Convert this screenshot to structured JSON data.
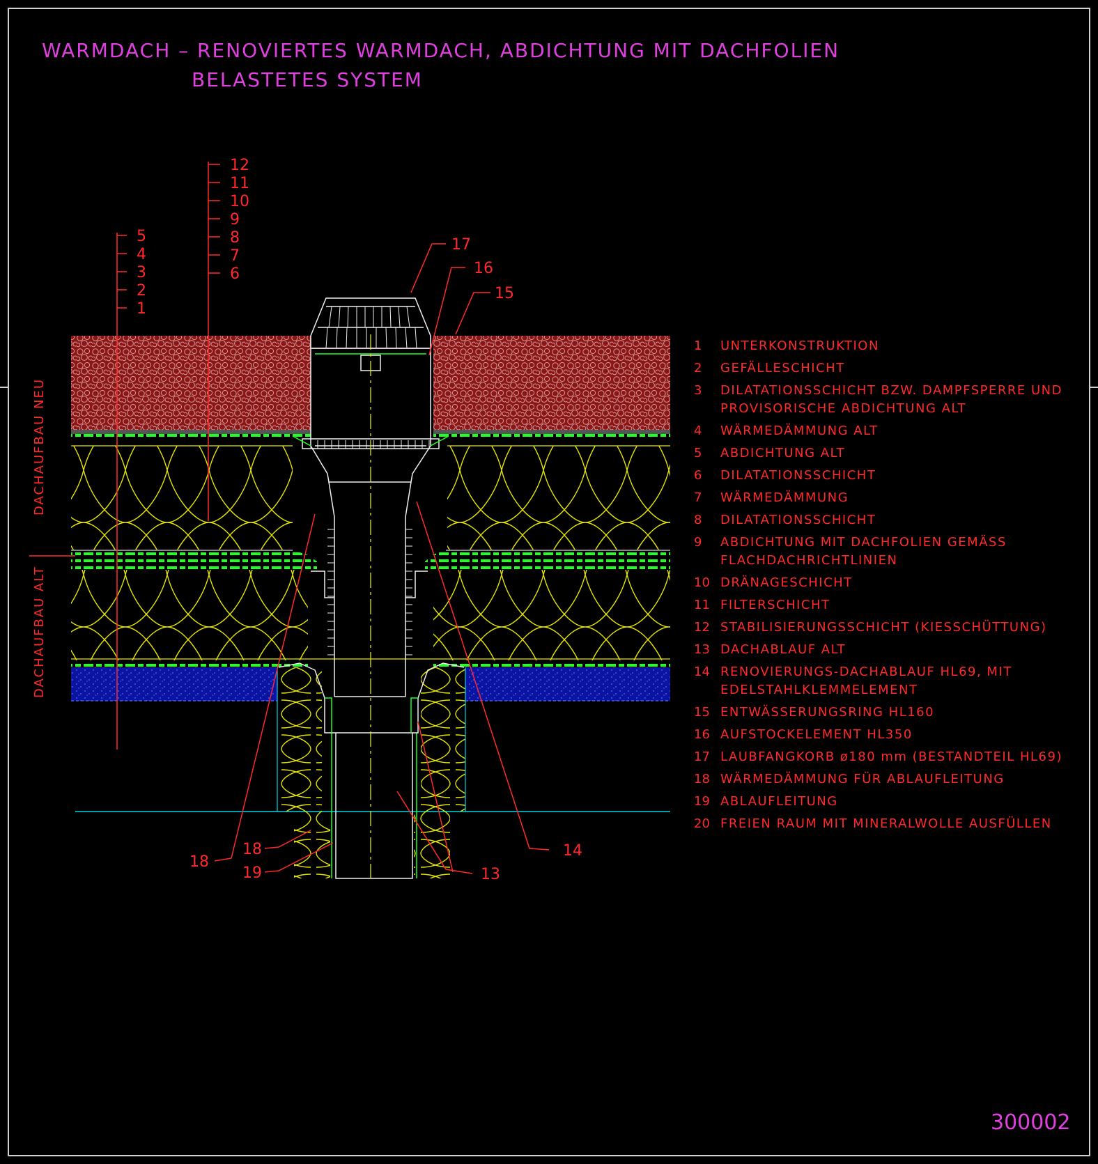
{
  "title": {
    "line1": "WARMDACH – RENOVIERTES WARMDACH, ABDICHTUNG MIT DACHFOLIEN",
    "line2": "BELASTETES SYSTEM"
  },
  "side_labels": {
    "neu": "DACHAUFBAU NEU",
    "alt": "DACHAUFBAU ALT"
  },
  "callouts": {
    "left_stack": [
      "5",
      "4",
      "3",
      "2",
      "1"
    ],
    "mid_stack": [
      "12",
      "11",
      "10",
      "9",
      "8",
      "7",
      "6"
    ],
    "c17": "17",
    "c16": "16",
    "c15": "15",
    "c18a": "18",
    "c18b": "18",
    "c19": "19",
    "c13": "13",
    "c14": "14"
  },
  "legend": [
    {
      "num": "1",
      "lines": [
        "UNTERKONSTRUKTION"
      ]
    },
    {
      "num": "2",
      "lines": [
        "GEFÄLLESCHICHT"
      ]
    },
    {
      "num": "3",
      "lines": [
        "DILATATIONSSCHICHT BZW. DAMPFSPERRE UND",
        "PROVISORISCHE ABDICHTUNG ALT"
      ]
    },
    {
      "num": "4",
      "lines": [
        "WÄRMEDÄMMUNG ALT"
      ]
    },
    {
      "num": "5",
      "lines": [
        "ABDICHTUNG ALT"
      ]
    },
    {
      "num": "6",
      "lines": [
        "DILATATIONSSCHICHT"
      ]
    },
    {
      "num": "7",
      "lines": [
        "WÄRMEDÄMMUNG"
      ]
    },
    {
      "num": "8",
      "lines": [
        "DILATATIONSSCHICHT"
      ]
    },
    {
      "num": "9",
      "lines": [
        "ABDICHTUNG MIT DACHFOLIEN GEMÄSS",
        "FLACHDACHRICHTLINIEN"
      ]
    },
    {
      "num": "10",
      "lines": [
        "DRÄNAGESCHICHT"
      ]
    },
    {
      "num": "11",
      "lines": [
        "FILTERSCHICHT"
      ]
    },
    {
      "num": "12",
      "lines": [
        "STABILISIERUNGSSCHICHT (KIESSCHÜTTUNG)"
      ]
    },
    {
      "num": "13",
      "lines": [
        "DACHABLAUF ALT"
      ]
    },
    {
      "num": "14",
      "lines": [
        "RENOVIERUNGS-DACHABLAUF HL69, MIT",
        "EDELSTAHLKLEMMELEMENT"
      ]
    },
    {
      "num": "15",
      "lines": [
        "ENTWÄSSERUNGSRING HL160"
      ]
    },
    {
      "num": "16",
      "lines": [
        "AUFSTOCKELEMENT HL350"
      ]
    },
    {
      "num": "17",
      "lines": [
        "LAUBFANGKORB ø180 mm (BESTANDTEIL HL69)"
      ]
    },
    {
      "num": "18",
      "lines": [
        "WÄRMEDÄMMUNG FÜR ABLAUFLEITUNG"
      ]
    },
    {
      "num": "19",
      "lines": [
        "ABLAUFLEITUNG"
      ]
    },
    {
      "num": "20",
      "lines": [
        "FREIEN RAUM MIT MINERALWOLLE AUSFÜLLEN"
      ]
    }
  ],
  "drawing_number": "300002",
  "colors": {
    "background": "#000000",
    "title": "#e040e0",
    "annotation": "#ff2a2a",
    "insulation": "#e6e600",
    "membrane": "#22ff22",
    "gravel": "#8a1616",
    "structure": "#0a14a0",
    "pipe": "#ffffff",
    "cyan": "#00d8e0"
  }
}
